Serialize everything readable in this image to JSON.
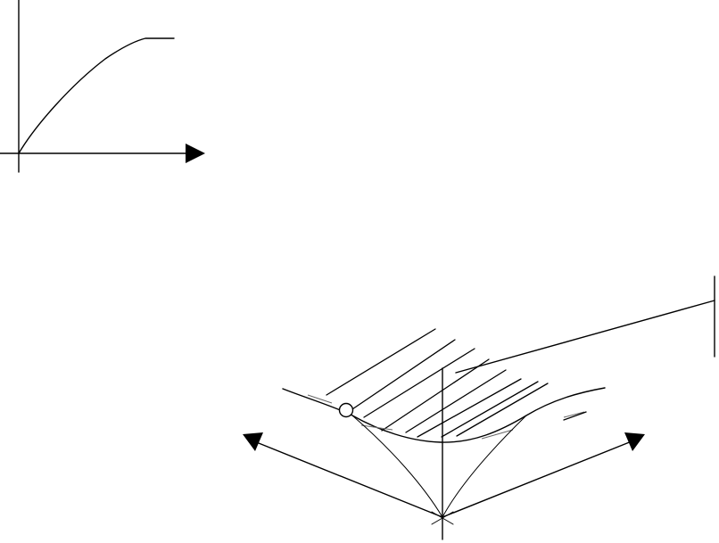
{
  "figure": {
    "background": "#ffffff",
    "ink": "#000000",
    "panels": [
      {
        "id": "saturation-curve",
        "kind": "axes-with-rising-plateau-curve"
      },
      {
        "id": "surface-sketch",
        "kind": "hatched-cusp-surface-with-three-axes-and-marked-point"
      }
    ]
  }
}
